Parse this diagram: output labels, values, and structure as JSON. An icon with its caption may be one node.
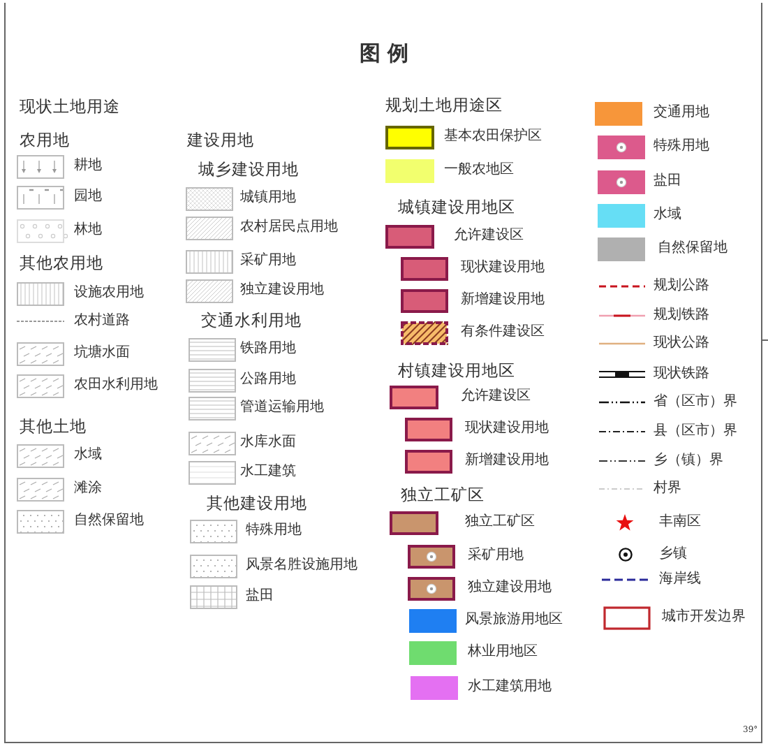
{
  "diagram": {
    "title": "图 例",
    "labels": [
      "现状土地用途",
      "农用地",
      "其他农用地",
      "其他土地",
      "建设用地",
      "城乡建设用地",
      "交通水利用地",
      "其他建设用地",
      "规划土地用途区",
      "城镇建设用地区",
      "村镇建设用地区",
      "独立工矿区",
      "39°"
    ],
    "legend": [
      {
        "text": "耕地"
      },
      {
        "text": "园地"
      },
      {
        "text": "林地"
      },
      {
        "text": "设施农用地"
      },
      {
        "text": "农村道路"
      },
      {
        "text": "坑塘水面"
      },
      {
        "text": "农田水利用地"
      },
      {
        "text": "水域"
      },
      {
        "text": "滩涂"
      },
      {
        "text": "自然保留地"
      },
      {
        "text": "城镇用地"
      },
      {
        "text": "农村居民点用地"
      },
      {
        "text": "采矿用地"
      },
      {
        "text": "独立建设用地"
      },
      {
        "text": "铁路用地"
      },
      {
        "text": "公路用地"
      },
      {
        "text": "管道运输用地"
      },
      {
        "text": "水库水面"
      },
      {
        "text": "水工建筑"
      },
      {
        "text": "特殊用地"
      },
      {
        "text": "风景名胜设施用地"
      },
      {
        "text": "盐田"
      },
      {
        "text": "基本农田保护区",
        "color": "#ffff00"
      },
      {
        "text": "一般农地区",
        "color": "#f2ff6e"
      },
      {
        "text": "允许建设区",
        "color": "#d85c78"
      },
      {
        "text": "现状建设用地",
        "color": "#d85c78"
      },
      {
        "text": "新增建设用地",
        "color": "#d85c78"
      },
      {
        "text": "有条件建设区"
      },
      {
        "text": "允许建设区",
        "color": "#f28080"
      },
      {
        "text": "现状建设用地",
        "color": "#f28080"
      },
      {
        "text": "新增建设用地",
        "color": "#f28080"
      },
      {
        "text": "独立工矿区",
        "color": "#c9956d"
      },
      {
        "text": "采矿用地",
        "color": "#c9956d"
      },
      {
        "text": "独立建设用地",
        "color": "#c9956d"
      },
      {
        "text": "风景旅游用地区",
        "color": "#1f7ff2"
      },
      {
        "text": "林业用地区",
        "color": "#6fdc6f"
      },
      {
        "text": "水工建筑用地",
        "color": "#e470f2"
      },
      {
        "text": "交通用地",
        "color": "#f7963a"
      },
      {
        "text": "特殊用地",
        "color": "#dc5a8c"
      },
      {
        "text": "盐田",
        "color": "#dc5a8c"
      },
      {
        "text": "水域",
        "color": "#66def5"
      },
      {
        "text": "自然保留地",
        "color": "#b0b0b0"
      },
      {
        "text": "规划公路"
      },
      {
        "text": "规划铁路"
      },
      {
        "text": "现状公路"
      },
      {
        "text": "现状铁路"
      },
      {
        "text": "省（区市）界"
      },
      {
        "text": "县（区市）界"
      },
      {
        "text": "乡（镇）界"
      },
      {
        "text": "村界"
      },
      {
        "text": "丰南区"
      },
      {
        "text": "乡镇"
      },
      {
        "text": "海岸线"
      },
      {
        "text": "城市开发边界"
      }
    ]
  }
}
